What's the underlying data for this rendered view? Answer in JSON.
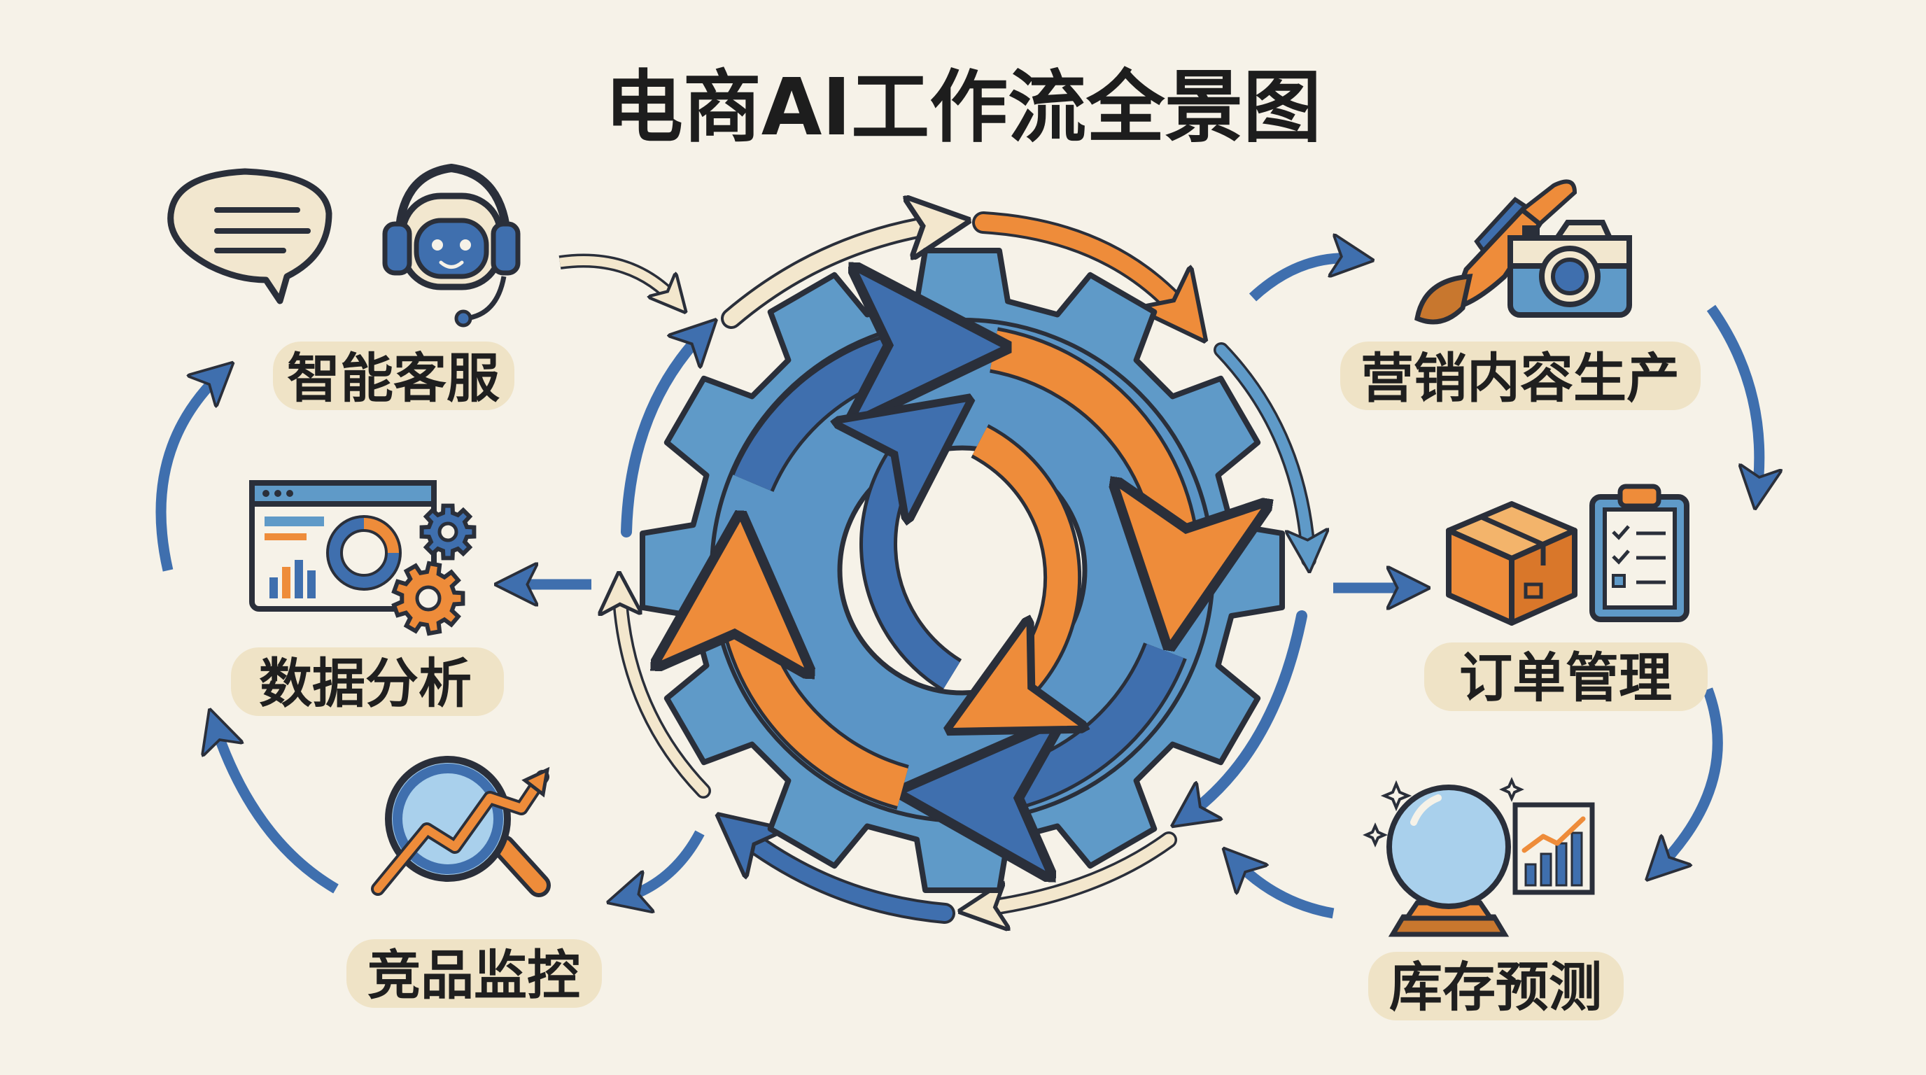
{
  "title": "电商AI工作流全景图",
  "modules": {
    "customer_service": {
      "label": "智能客服"
    },
    "marketing_content": {
      "label": "营销内容生产"
    },
    "order_management": {
      "label": "订单管理"
    },
    "inventory_forecast": {
      "label": "库存预测"
    },
    "competitor_monitoring": {
      "label": "竞品监控"
    },
    "data_analysis": {
      "label": "数据分析"
    }
  },
  "colors": {
    "background": "#f6f2e8",
    "blue": "#3f6fae",
    "light_blue": "#5f9ac8",
    "orange": "#ee8c3a",
    "cream": "#f1e6cf",
    "label_bg": "#efe3c6",
    "ink": "#2a2f3a"
  },
  "icons": [
    "chat-bubble-icon",
    "robot-headset-icon",
    "paintbrush-icon",
    "camera-icon",
    "package-box-icon",
    "clipboard-checklist-icon",
    "crystal-ball-icon",
    "bar-chart-icon",
    "magnifier-trend-icon",
    "dashboard-icon",
    "gears-icon",
    "central-gear-icon",
    "cycle-arrows-icon"
  ]
}
